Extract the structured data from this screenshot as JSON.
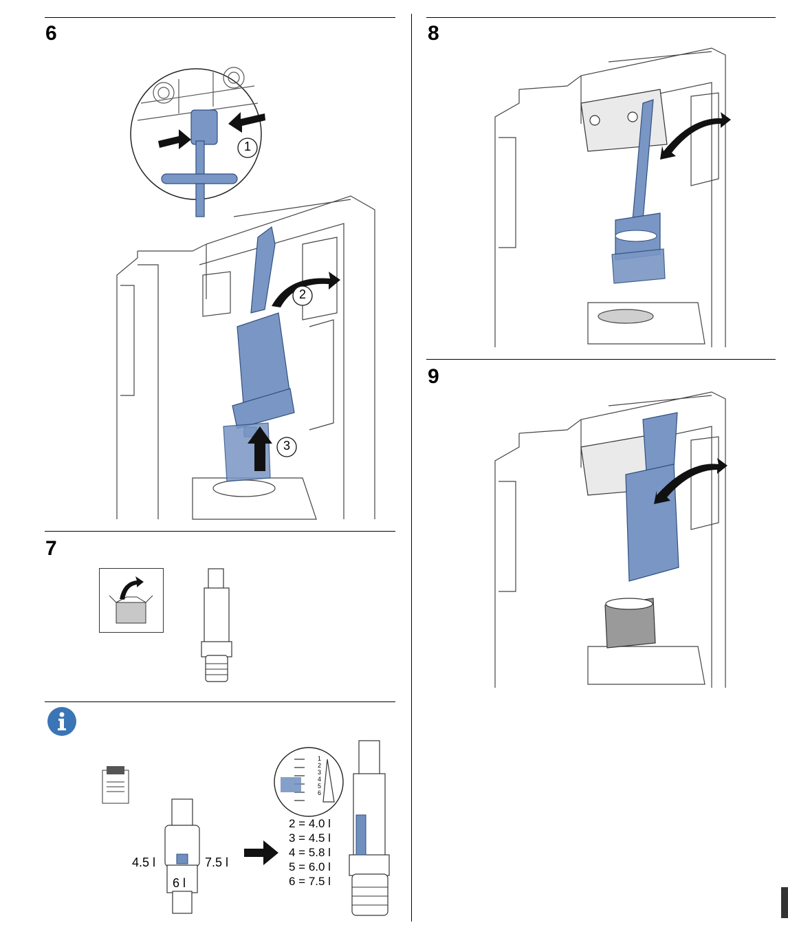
{
  "steps": {
    "s6": {
      "number": "6",
      "callouts": [
        "1",
        "2",
        "3"
      ]
    },
    "s7": {
      "number": "7"
    },
    "s8": {
      "number": "8"
    },
    "s9": {
      "number": "9"
    }
  },
  "info": {
    "icon": "info-icon",
    "left_volume": "4.5 l",
    "right_volume": "7.5 l",
    "current_volume": "6 l",
    "scale_marks": [
      "1",
      "2",
      "3",
      "4",
      "5",
      "6"
    ],
    "settings": [
      "2 = 4.0 l",
      "3 = 4.5 l",
      "4 = 5.8 l",
      "5 = 6.0 l",
      "6 = 7.5 l"
    ]
  },
  "colors": {
    "accent_blue": "#6f8fbf",
    "info_blue": "#3a75b5",
    "line": "#333333",
    "box_grey": "#c8c8c8"
  }
}
